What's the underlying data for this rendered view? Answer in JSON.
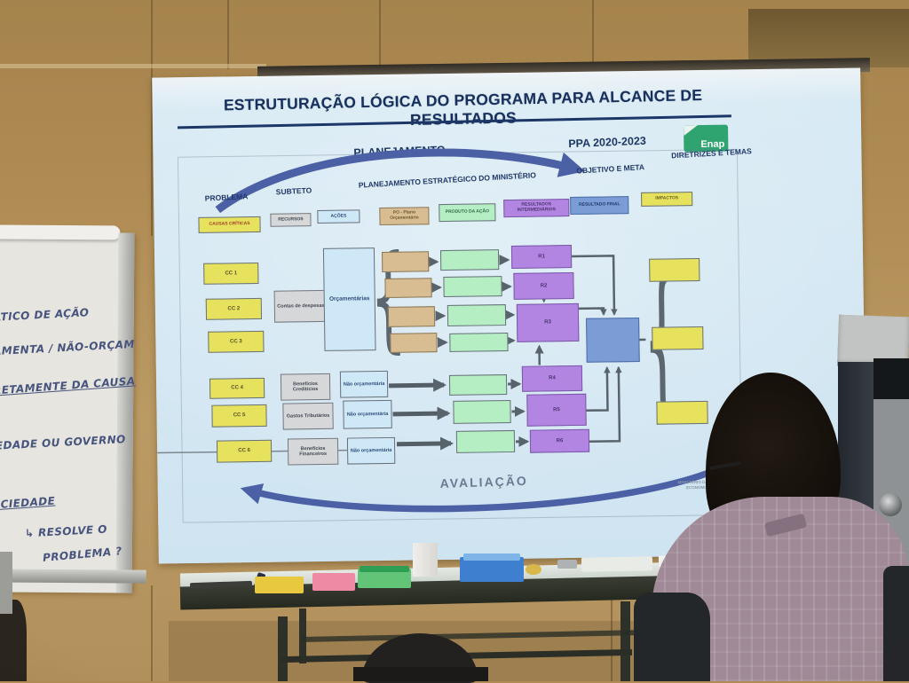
{
  "slide": {
    "title": "ESTRUTURAÇÃO LÓGICA DO PROGRAMA PARA ALCANCE DE RESULTADOS",
    "planejamento": "PLANEJAMENTO",
    "ppa": "PPA 2020-2023",
    "enap": "Enap",
    "avaliacao": "AVALIAÇÃO",
    "columns": {
      "problema": "PROBLEMA",
      "subteto": "SUBTETO",
      "planejamento_estrategico": "PLANEJAMENTO ESTRATÉGICO DO MINISTÉRIO",
      "objetivo": "OBJETIVO E META",
      "diretrizes": "DIRETRIZES E TEMAS"
    },
    "legend": {
      "causas": "CAUSAS CRÍTICAS",
      "recursos": "RECURSOS",
      "acoes": "AÇÕES",
      "po": "PO - Plano Orçamentário",
      "produto": "PRODUTO DA AÇÃO",
      "resultados_intermediarios": "RESULTADOS INTERMEDIÁRIOS",
      "resultado_final": "RESULTADO FINAL",
      "impactos": "IMPACTOS"
    },
    "cc": [
      "CC 1",
      "CC 2",
      "CC 3",
      "CC 4",
      "CC 5",
      "CC 6"
    ],
    "subteto_boxes": [
      "Contas de despesas",
      "Benefícios Creditícios",
      "Gastos Tributários",
      "Benefícios Financeiros"
    ],
    "acoes_boxes": {
      "orcamentarias": "Orçamentárias",
      "nao_orcamentaria": "Não orçamentária"
    },
    "resultados": [
      "R1",
      "R2",
      "R3",
      "R4",
      "R5",
      "R6"
    ],
    "footer": {
      "ministerio_1": "MINISTÉRIO DA",
      "ministerio_2": "ECONOMIA",
      "gov": "BR"
    }
  },
  "whiteboard": {
    "line1": "ÁTICO DE AÇÃO",
    "line2": "AMENTA / NÃO-ORÇAM",
    "line3": "RETAMENTE DA CAUSA",
    "line4": "IEDADE OU GOVERNO",
    "line5": "OCIEDADE",
    "line6": "↳ RESOLVE O",
    "line7": "PROBLEMA ?"
  },
  "colors": {
    "slide_bg": "#cfe4f1",
    "navy": "#1d3766",
    "arrow_blue": "#4c60a6",
    "yellow": "#e7e25d",
    "tan": "#d8bc92",
    "green": "#b6eec3",
    "purple": "#b285e2",
    "blue_box": "#7b9cd4",
    "light_blue": "#cfe8f7",
    "gray_box": "#d6d7d9",
    "enap_green": "#2fa370"
  }
}
